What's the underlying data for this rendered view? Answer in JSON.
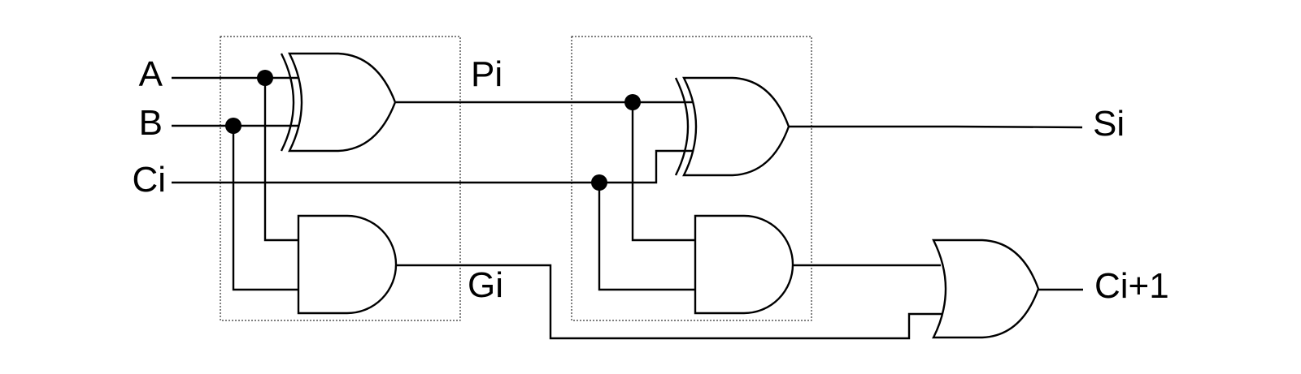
{
  "labels": {
    "input_a": "A",
    "input_b": "B",
    "input_ci": "Ci",
    "pi": "Pi",
    "gi": "Gi",
    "output_si": "Si",
    "output_ci1": "Ci+1"
  }
}
